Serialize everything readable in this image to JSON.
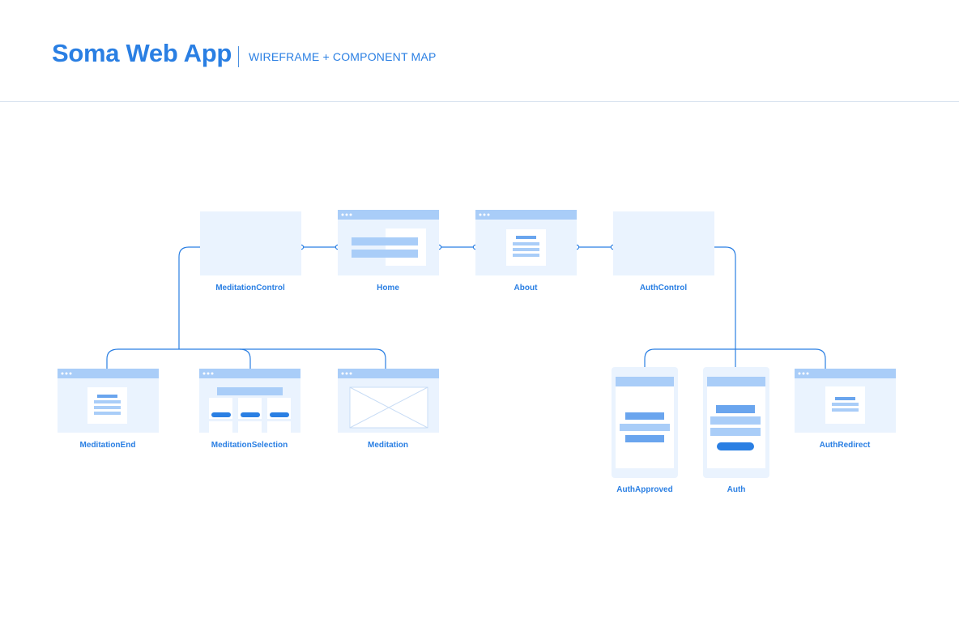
{
  "header": {
    "title": "Soma Web App",
    "subtitle": "WIREFRAME + COMPONENT MAP"
  },
  "colors": {
    "accent": "#2a7fe3",
    "screen_bg": "#eaf3fe",
    "browser_bar": "#a9cdf8",
    "block_light": "#a9cdf8",
    "block_dark": "#6aa5ee",
    "pill": "#2a7fe3",
    "connector": "#2a7fe3",
    "divider": "#d6e1ee"
  },
  "nodes": {
    "meditation_control": {
      "label": "MeditationControl"
    },
    "home": {
      "label": "Home"
    },
    "about": {
      "label": "About"
    },
    "auth_control": {
      "label": "AuthControl"
    },
    "meditation_end": {
      "label": "MeditationEnd"
    },
    "meditation_selection": {
      "label": "MeditationSelection"
    },
    "meditation": {
      "label": "Meditation"
    },
    "auth_approved": {
      "label": "AuthApproved"
    },
    "auth": {
      "label": "Auth"
    },
    "auth_redirect": {
      "label": "AuthRedirect"
    }
  }
}
